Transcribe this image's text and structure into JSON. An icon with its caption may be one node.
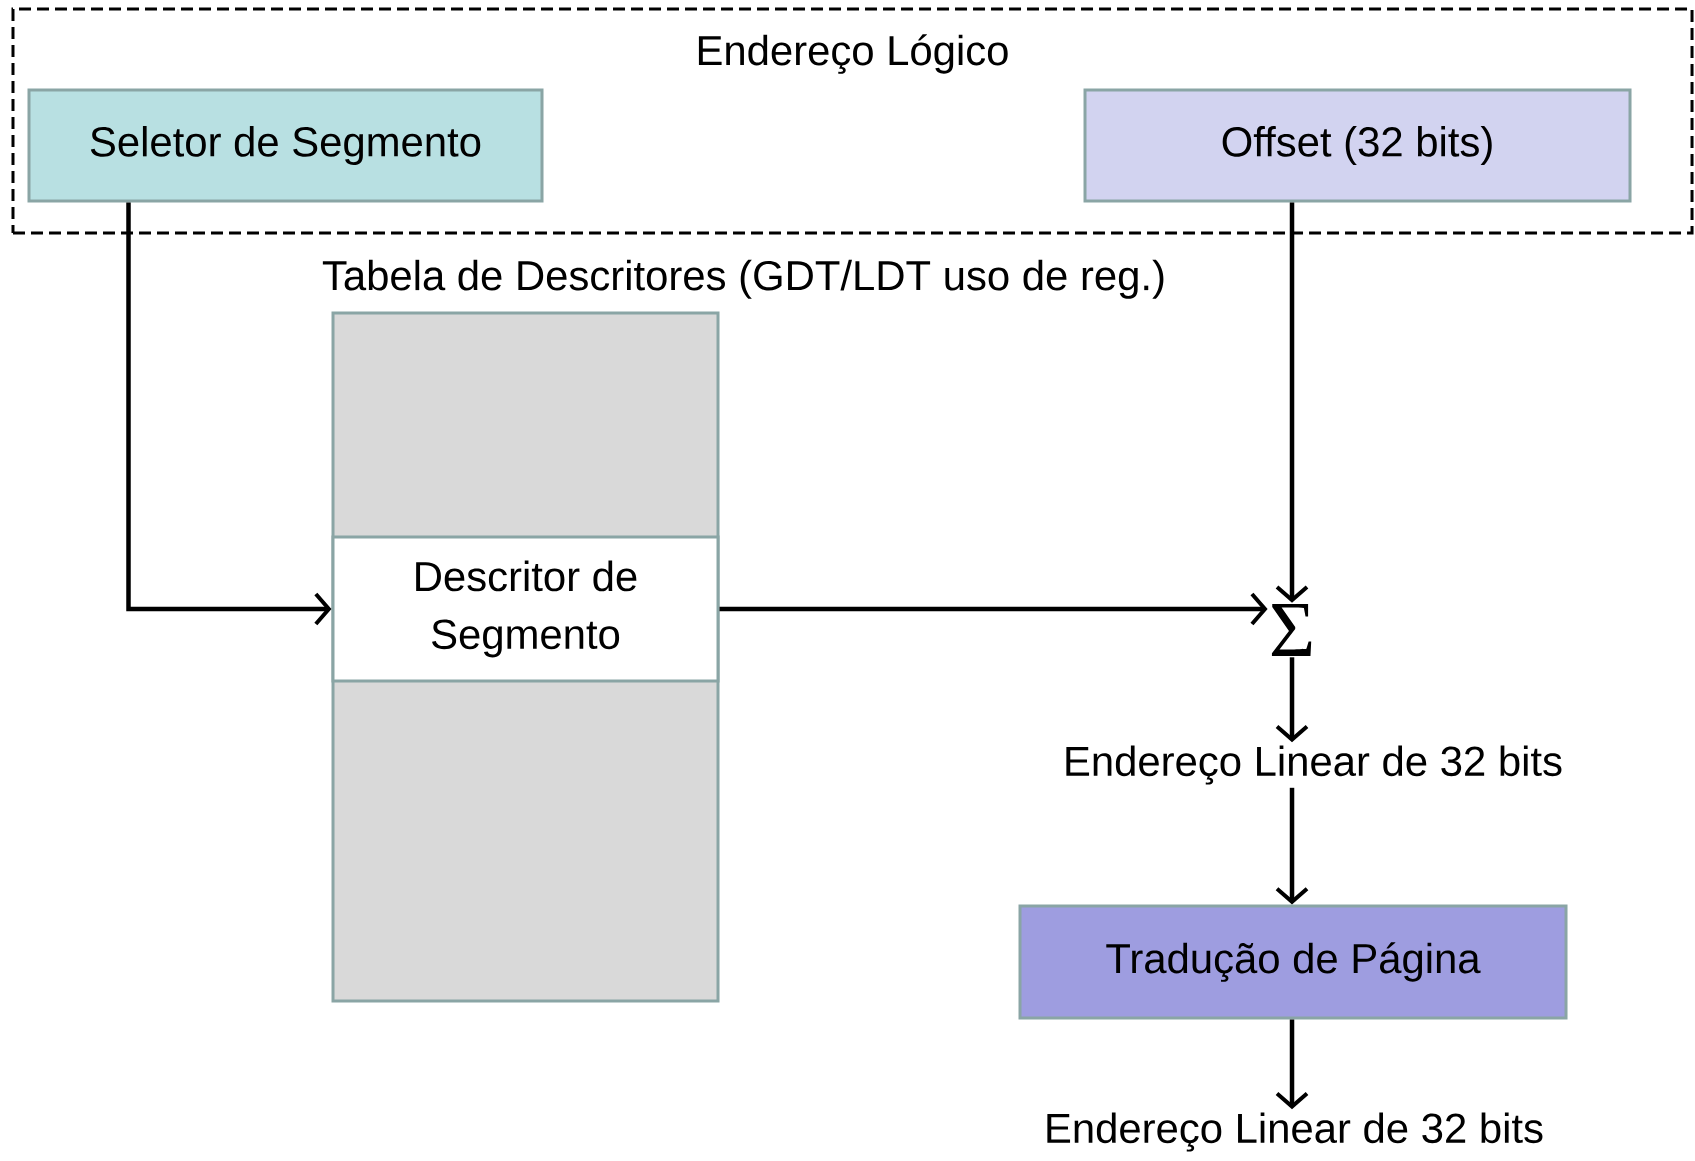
{
  "diagram": {
    "nodes": [
      {
        "text": [
          "Endereço Lógico"
        ]
      },
      {
        "text": [
          "Seletor de Segmento"
        ],
        "in": 0
      },
      {
        "text": [
          "Offset (32 bits)"
        ],
        "in": 0
      },
      {
        "text": [
          "Tabela de Descritores (GDT/LDT uso de reg.)"
        ]
      },
      {
        "text": [
          "Descritor de Segmento"
        ],
        "in": 3
      },
      {
        "text": [
          "Σ"
        ]
      },
      {
        "text": [
          "Endereço Linear de 32 bits"
        ]
      },
      {
        "text": [
          "Tradução de Página"
        ]
      },
      {
        "text": [
          "Endereço Linear de 32 bits"
        ]
      }
    ],
    "edges": [
      {
        "from": 1,
        "to": 4,
        "arrow": "to"
      },
      {
        "from": 2,
        "to": 5,
        "arrow": "to"
      },
      {
        "from": 4,
        "to": 5,
        "arrow": "to"
      },
      {
        "from": 5,
        "to": 6,
        "arrow": "to"
      },
      {
        "from": 6,
        "to": 7,
        "arrow": "to"
      },
      {
        "from": 7,
        "to": 8,
        "arrow": "to"
      }
    ]
  }
}
